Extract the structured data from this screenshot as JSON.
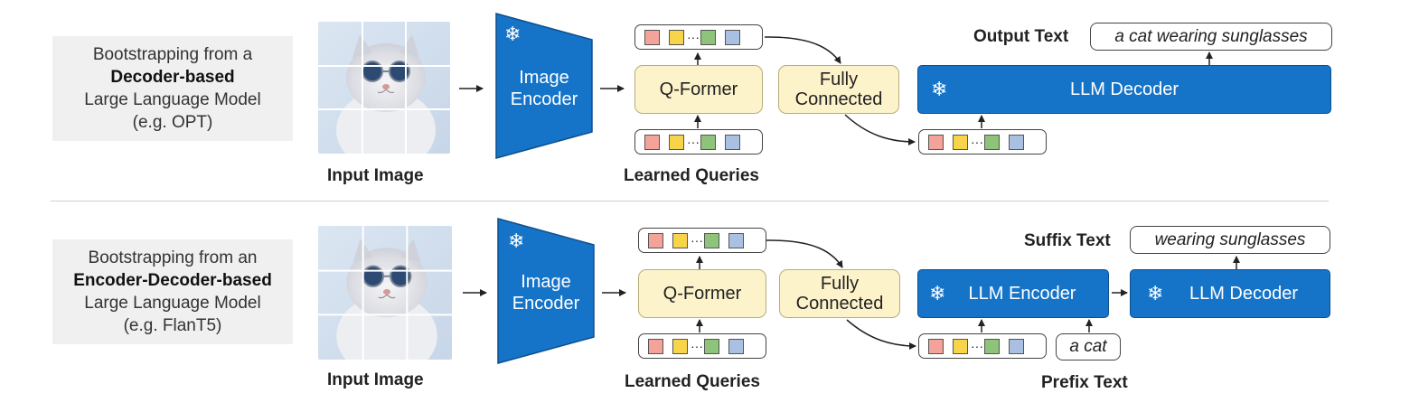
{
  "top": {
    "caption_line1": "Bootstrapping from a",
    "caption_bold": "Decoder-based",
    "caption_line3": "Large Language Model",
    "caption_line4": "(e.g. OPT)",
    "input_image_label": "Input Image",
    "image_encoder_line1": "Image",
    "image_encoder_line2": "Encoder",
    "qformer_label": "Q-Former",
    "learned_queries_label": "Learned Queries",
    "fc_line1": "Fully",
    "fc_line2": "Connected",
    "llm_decoder_label": "LLM Decoder",
    "output_text_label": "Output Text",
    "output_text_value": "a cat wearing sunglasses"
  },
  "bottom": {
    "caption_line1": "Bootstrapping from an",
    "caption_bold": "Encoder-Decoder-based",
    "caption_line3": "Large Language Model",
    "caption_line4": "(e.g. FlanT5)",
    "input_image_label": "Input Image",
    "image_encoder_line1": "Image",
    "image_encoder_line2": "Encoder",
    "qformer_label": "Q-Former",
    "learned_queries_label": "Learned Queries",
    "fc_line1": "Fully",
    "fc_line2": "Connected",
    "llm_encoder_label": "LLM Encoder",
    "llm_decoder_label": "LLM Decoder",
    "suffix_text_label": "Suffix Text",
    "suffix_text_value": "wearing sunglasses",
    "prefix_text_label": "Prefix Text",
    "prefix_text_value": "a cat"
  },
  "colors": {
    "encoder_blue": "#1674c8",
    "qformer_yellow": "#fdf3cb",
    "token_red": "#f4a39b",
    "token_yellow": "#f8d44a",
    "token_green": "#8dc47a",
    "token_blue": "#a9c0e3"
  },
  "icons": {
    "frozen": "snowflake-icon"
  }
}
